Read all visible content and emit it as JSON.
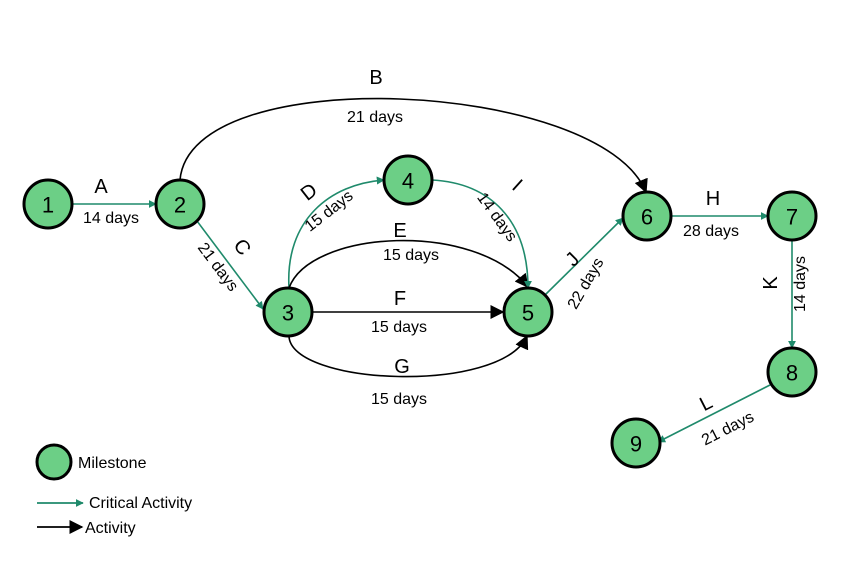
{
  "colors": {
    "milestone_fill": "#6ccf86",
    "milestone_stroke": "#000000",
    "critical": "#1f8a6b",
    "normal": "#000000"
  },
  "milestones": [
    "1",
    "2",
    "3",
    "4",
    "5",
    "6",
    "7",
    "8",
    "9"
  ],
  "activities": [
    {
      "id": "A",
      "from": "1",
      "to": "2",
      "duration": "14 days",
      "critical": true
    },
    {
      "id": "B",
      "from": "2",
      "to": "6",
      "duration": "21 days",
      "critical": false
    },
    {
      "id": "C",
      "from": "2",
      "to": "3",
      "duration": "21 days",
      "critical": true
    },
    {
      "id": "D",
      "from": "3",
      "to": "4",
      "duration": "15 days",
      "critical": true
    },
    {
      "id": "E",
      "from": "3",
      "to": "5",
      "duration": "15 days",
      "critical": false
    },
    {
      "id": "F",
      "from": "3",
      "to": "5",
      "duration": "15 days",
      "critical": false
    },
    {
      "id": "G",
      "from": "3",
      "to": "5",
      "duration": "15 days",
      "critical": false
    },
    {
      "id": "I",
      "from": "4",
      "to": "5",
      "duration": "14 days",
      "critical": true
    },
    {
      "id": "J",
      "from": "5",
      "to": "6",
      "duration": "22 days",
      "critical": true
    },
    {
      "id": "H",
      "from": "6",
      "to": "7",
      "duration": "28 days",
      "critical": true
    },
    {
      "id": "K",
      "from": "7",
      "to": "8",
      "duration": "14 days",
      "critical": true
    },
    {
      "id": "L",
      "from": "8",
      "to": "9",
      "duration": "21 days",
      "critical": true
    }
  ],
  "legend": {
    "milestone": "Milestone",
    "critical_activity": "Critical Activity",
    "activity": "Activity"
  }
}
